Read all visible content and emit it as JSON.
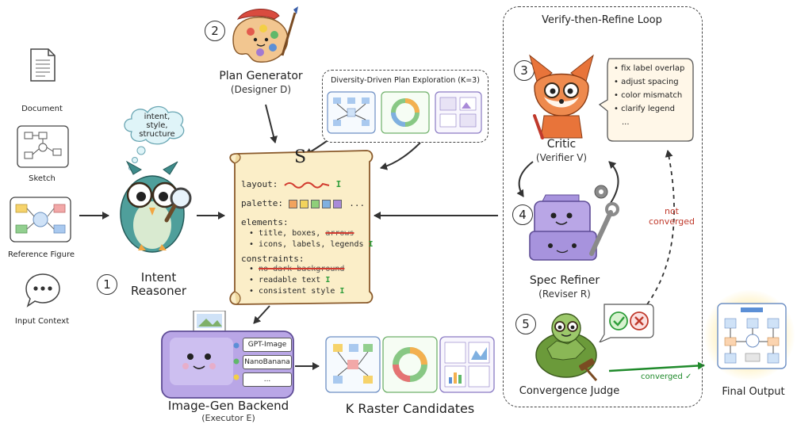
{
  "inputs": [
    {
      "label": "Document",
      "icon": "document-icon"
    },
    {
      "label": "Sketch",
      "icon": "sketch-icon"
    },
    {
      "label": "Reference Figure",
      "icon": "reference-figure-icon"
    },
    {
      "label": "Input Context",
      "icon": "chat-bubble-icon"
    }
  ],
  "intent_reasoner": {
    "number": "1",
    "title_line1": "Intent",
    "title_line2": "Reasoner",
    "thought_line1": "intent,",
    "thought_line2": "style,",
    "thought_line3": "structure"
  },
  "plan_generator": {
    "number": "2",
    "title": "Plan Generator",
    "subtitle": "(Designer D)"
  },
  "diversity": {
    "title": "Diversity-Driven Plan Exploration (K=3)"
  },
  "spec": {
    "symbol": "S",
    "layout_label": "layout:",
    "palette_label": "palette:",
    "palette_ellipsis": "...",
    "palette_colors": [
      "#f2a35e",
      "#f3d35c",
      "#8fcf7a",
      "#7fb0e0",
      "#a98ad8"
    ],
    "elements_label": "elements:",
    "elements_item1_prefix": "title, boxes,",
    "elements_item1_struck": "arrows",
    "elements_item2": "icons, labels, legends",
    "constraints_label": "constraints:",
    "constraint1_struck": "no dark background",
    "constraint2": "readable text",
    "constraint3": "consistent style",
    "cursor": "I"
  },
  "verify_loop": {
    "title": "Verify-then-Refine Loop"
  },
  "critic": {
    "number": "3",
    "title": "Critic",
    "subtitle": "(Verifier V)",
    "feedback": [
      "fix label overlap",
      "adjust spacing",
      "color mismatch",
      "clarify legend",
      "..."
    ]
  },
  "refiner": {
    "number": "4",
    "title": "Spec Refiner",
    "subtitle": "(Reviser R)",
    "not_line1": "not",
    "not_line2": "converged"
  },
  "judge": {
    "number": "5",
    "title": "Convergence Judge",
    "converged": "converged ✓"
  },
  "backend": {
    "title": "Image-Gen Backend",
    "subtitle": "(Executor E)",
    "options": [
      "GPT-Image",
      "NanoBanana",
      "..."
    ]
  },
  "candidates": {
    "title": "K Raster Candidates"
  },
  "final": {
    "title": "Final Output"
  }
}
